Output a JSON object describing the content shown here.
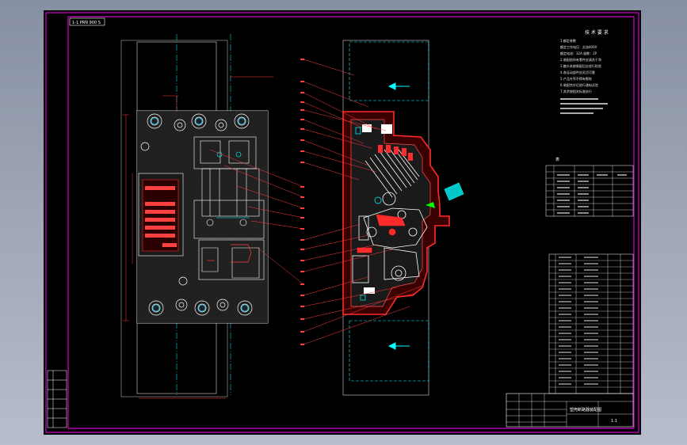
{
  "viewport": {
    "background": "#000000",
    "window_background": "#98a1b3"
  },
  "drawing": {
    "title_block_code": "1-1 PRN 900 S",
    "tech_requirements_title": "技 术 要 求",
    "tech_requirements_lines": [
      "1.额定参数",
      "  额定工作电压：交流400V",
      "  额定电流：32A  极数：2P",
      "2.装配前所有零件应清洗干净",
      "3.触头系统装配后应进行检验",
      "4.各运动部件应灵活可靠",
      "5.产品外壳不得有裂纹",
      "6.装配完毕后进行通电试验",
      "7.其余按相关标准执行"
    ],
    "parts_table_title": "表",
    "title_block_name": "塑壳断路器装配图",
    "title_block_scale": "1:1"
  },
  "colors": {
    "frame": "#ff00ff",
    "outline": "#ffffff",
    "centerline": "#00ffff",
    "section": "#ff2a2a",
    "leader": "#ff3b3b",
    "handle": "#00c8c8",
    "arrow": "#00ffff",
    "label": "#e6e6e6"
  },
  "icons": {
    "front_view": "breaker-front-view-icon",
    "section_view": "breaker-section-view-icon",
    "arrow": "flow-arrow-icon"
  }
}
